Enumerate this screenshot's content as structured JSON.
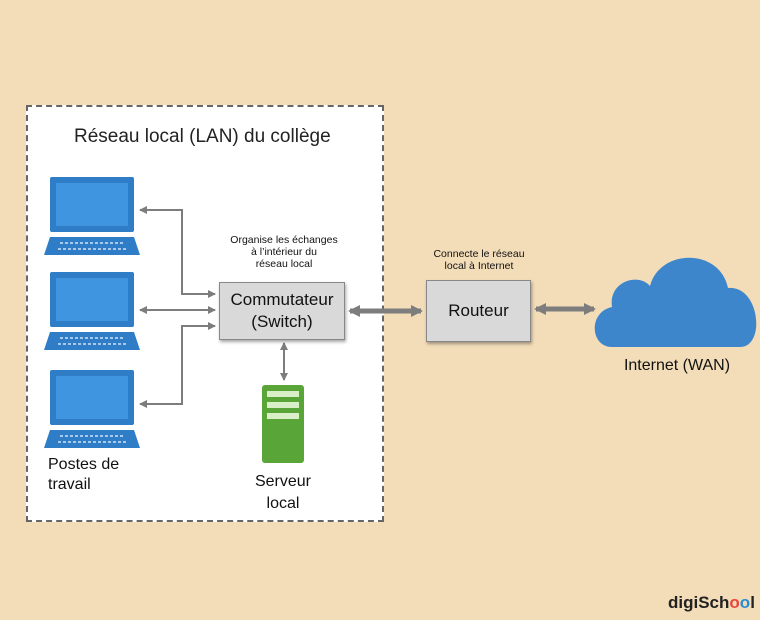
{
  "diagram": {
    "lan_title": "Réseau local (LAN) du collège",
    "switch": {
      "label": "Commutateur\n(Switch)",
      "note": "Organise les échanges\nà l’intérieur du\nréseau local"
    },
    "router": {
      "label": "Routeur",
      "note": "Connecte le réseau\nlocal à Internet"
    },
    "workstations_label": "Postes de\ntravail",
    "server_label": "Serveur\nlocal",
    "internet_label": "Internet (WAN)"
  },
  "logo": {
    "prefix": "digiSch",
    "o1": "o",
    "o2": "o",
    "suffix": "l"
  },
  "colors": {
    "background": "#f3ddb9",
    "monitor_blue": "#2f7cc7",
    "server_green": "#5aa538",
    "cloud_blue": "#3d86cc",
    "arrow_gray": "#7d7d7d"
  }
}
